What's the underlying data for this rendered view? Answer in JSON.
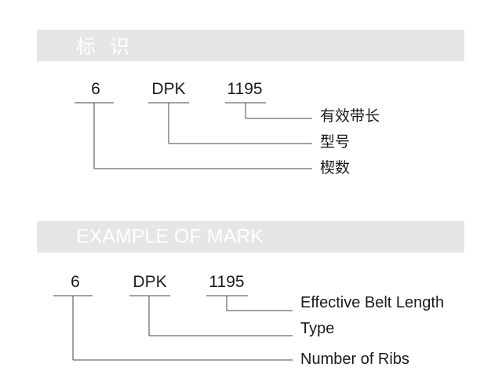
{
  "sections": [
    {
      "header": "标识",
      "codes": {
        "ribs": "6",
        "type": "DPK",
        "length": "1195"
      },
      "labels": {
        "length": "有效带长",
        "type": "型号",
        "ribs": "楔数"
      }
    },
    {
      "header": "EXAMPLE OF MARK",
      "codes": {
        "ribs": "6",
        "type": "DPK",
        "length": "1195"
      },
      "labels": {
        "length": "Effective Belt Length",
        "type": "Type",
        "ribs": "Number of Ribs"
      }
    }
  ]
}
